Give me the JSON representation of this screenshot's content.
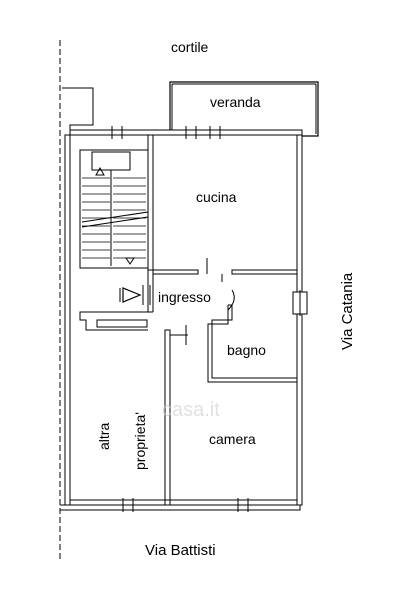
{
  "labels": {
    "cortile": "cortile",
    "veranda": "veranda",
    "cucina": "cucina",
    "ingresso": "ingresso",
    "bagno": "bagno",
    "camera": "camera",
    "altra_line1": "altra",
    "altra_line2": "proprieta'",
    "via_catania": "Via Catania",
    "via_battisti": "Via Battisti"
  },
  "watermark": "casa.it",
  "colors": {
    "wall": "#000000",
    "background": "#ffffff"
  }
}
